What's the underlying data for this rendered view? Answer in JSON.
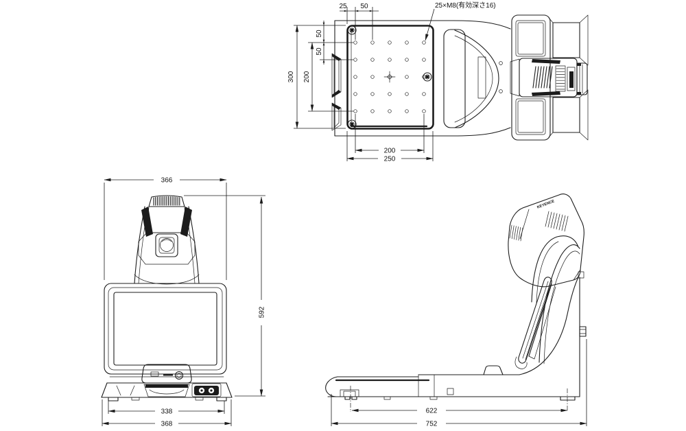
{
  "colors": {
    "line": "#1c1c1c",
    "background": "#ffffff"
  },
  "dims": {
    "top": {
      "hole_edge_margin": "25",
      "hole_pitch": "50",
      "pitch_v1": "50",
      "pitch_v2": "50",
      "plate_height": "300",
      "grid_height": "200",
      "grid_width": "200",
      "plate_width": "250",
      "thread_note": "25×M8(有効深さ16)"
    },
    "front": {
      "overall_width": "366",
      "overall_height": "592",
      "feet_span": "338",
      "base_width": "368"
    },
    "side": {
      "feet_span": "622",
      "overall_depth": "752"
    }
  },
  "labels": {
    "brand": "KEYENCE"
  }
}
